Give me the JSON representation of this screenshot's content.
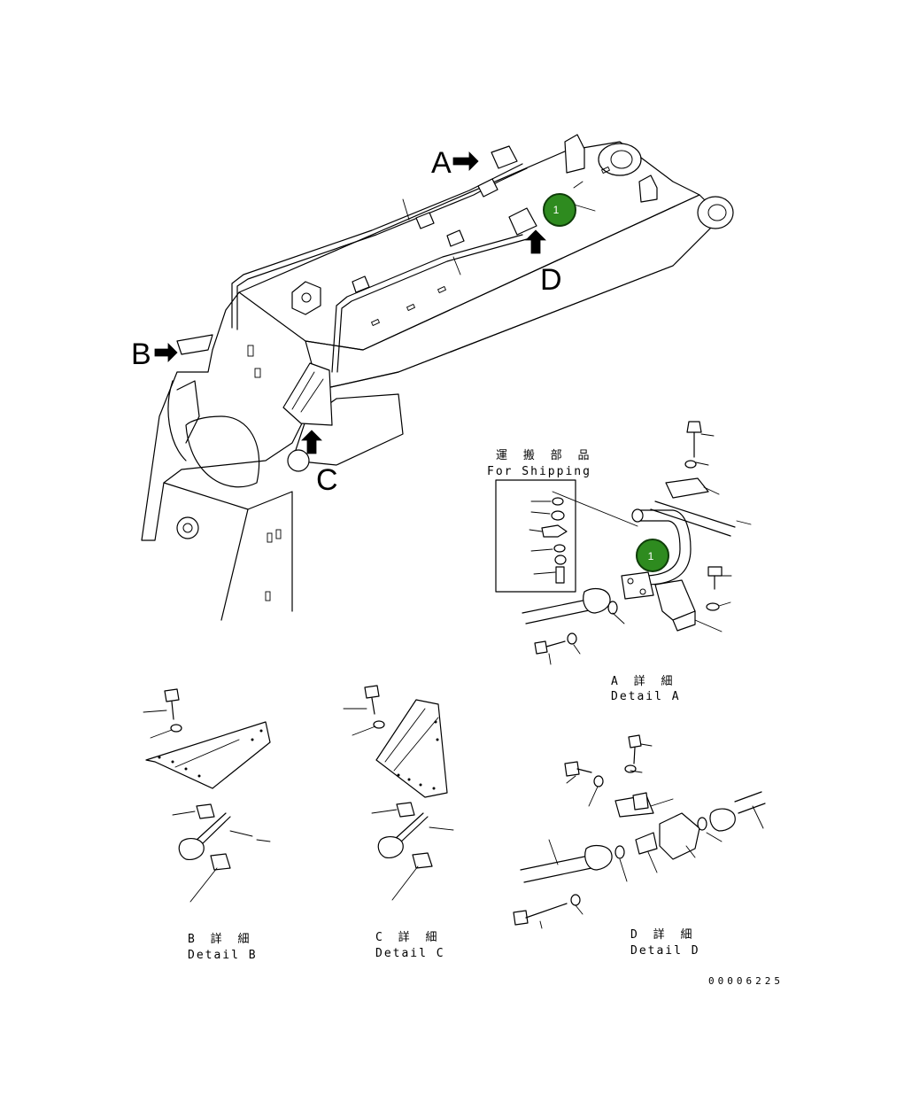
{
  "view_labels": {
    "a": "A",
    "b": "B",
    "c": "C",
    "d": "D"
  },
  "callouts": [
    {
      "id": "callout-main",
      "text": "1"
    },
    {
      "id": "callout-detail-a",
      "text": "1"
    }
  ],
  "shipping": {
    "jp": "運 搬 部 品",
    "en": "For Shipping"
  },
  "details": {
    "a": {
      "jp": "A 詳 細",
      "en": "Detail A"
    },
    "b": {
      "jp": "B 詳 細",
      "en": "Detail B"
    },
    "c": {
      "jp": "C 詳 細",
      "en": "Detail C"
    },
    "d": {
      "jp": "D 詳 細",
      "en": "Detail D"
    }
  },
  "drawing_number": "00006225"
}
